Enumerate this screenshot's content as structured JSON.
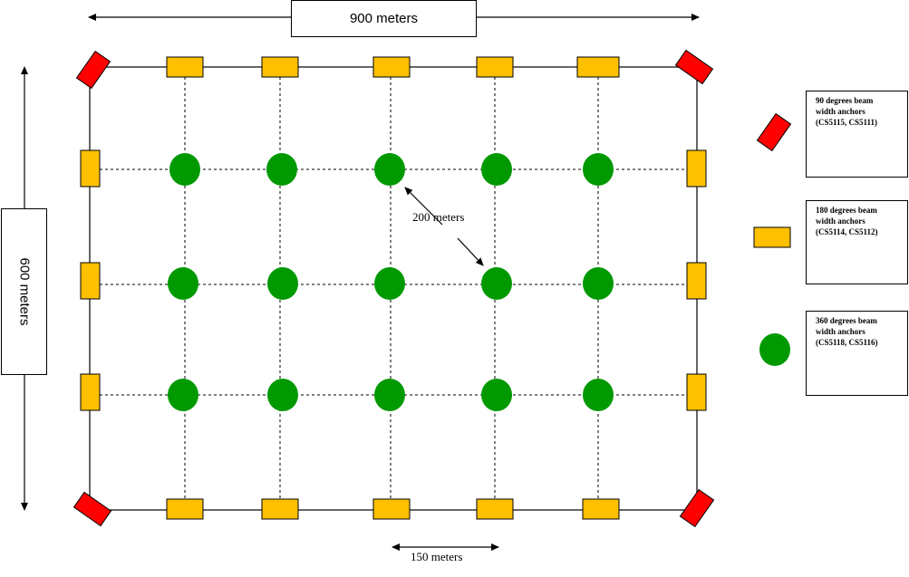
{
  "dimensions": {
    "width_label": "900 meters",
    "height_label": "600 meters",
    "diagonal_label": "200 meters",
    "spacing_label": "150 meters"
  },
  "legend": [
    {
      "shape": "red-rectangle",
      "color": "#ff0000",
      "lines": [
        "90 degrees beam",
        "width anchors",
        "(CS5115, CS5111)"
      ]
    },
    {
      "shape": "orange-rectangle",
      "color": "#ffc000",
      "lines": [
        "180 degrees beam",
        "width anchors",
        "(CS5114, CS5112)"
      ]
    },
    {
      "shape": "green-circle",
      "color": "#009900",
      "lines": [
        "360 degrees beam",
        "width anchors",
        "(CS5118, CS5116)"
      ]
    }
  ],
  "colors": {
    "corner_anchor": "#ff0000",
    "edge_anchor": "#ffc000",
    "interior_anchor": "#009900",
    "lines": "#000000"
  }
}
